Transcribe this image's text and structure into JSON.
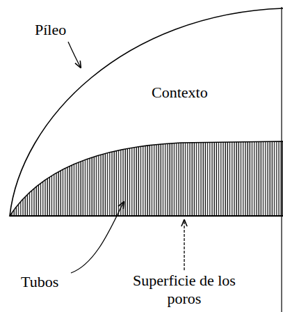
{
  "diagram": {
    "labels": [
      "Píleo",
      "Contexto",
      "Tubos",
      "Superficie de los poros"
    ]
  }
}
